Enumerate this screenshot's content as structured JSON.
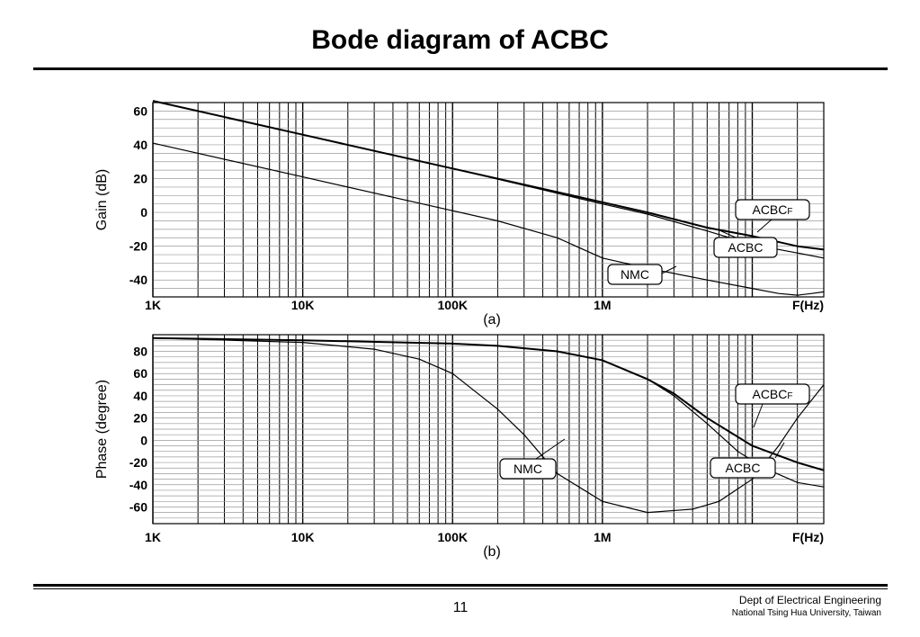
{
  "page": {
    "title": "Bode diagram of ACBC",
    "page_number": "11",
    "footer_line1": "Dept of Electrical Engineering",
    "footer_line2": "National Tsing Hua University, Taiwan"
  },
  "chart_data": [
    {
      "type": "line",
      "caption": "(a)",
      "xscale": "log",
      "xlim": [
        1000,
        30000000
      ],
      "xticks": [
        {
          "value": 1000,
          "label": "1K"
        },
        {
          "value": 10000,
          "label": "10K"
        },
        {
          "value": 100000,
          "label": "100K"
        },
        {
          "value": 1000000,
          "label": "1M"
        }
      ],
      "xaxis_end_label": "F(Hz)",
      "ylabel": "Gain (dB)",
      "ylim": [
        -50,
        65
      ],
      "yticks": [
        60,
        40,
        20,
        0,
        -20,
        -40
      ],
      "grid": true,
      "series": [
        {
          "name": "ACBCF",
          "x": [
            1000,
            10000,
            100000,
            1000000,
            2000000,
            5000000,
            10000000,
            20000000,
            30000000
          ],
          "y": [
            66,
            46,
            26,
            6,
            0,
            -9,
            -14,
            -20,
            -22
          ]
        },
        {
          "name": "ACBC",
          "x": [
            1000,
            10000,
            100000,
            1000000,
            2000000,
            5000000,
            10000000,
            20000000,
            30000000
          ],
          "y": [
            66,
            46,
            26,
            5,
            -1,
            -11,
            -19,
            -24,
            -27
          ]
        },
        {
          "name": "NMC",
          "x": [
            1000,
            10000,
            100000,
            200000,
            500000,
            1000000,
            2000000,
            5000000,
            10000000,
            15000000,
            20000000,
            25000000,
            30000000
          ],
          "y": [
            41,
            21,
            1,
            -5,
            -15,
            -27,
            -33,
            -40,
            -45,
            -48,
            -49,
            -48,
            -47
          ]
        }
      ],
      "annotations": [
        {
          "text": "ACBC",
          "sub": "F"
        },
        {
          "text": "ACBC",
          "sub": ""
        },
        {
          "text": "NMC",
          "sub": ""
        }
      ]
    },
    {
      "type": "line",
      "caption": "(b)",
      "xscale": "log",
      "xlim": [
        1000,
        30000000
      ],
      "xticks": [
        {
          "value": 1000,
          "label": "1K"
        },
        {
          "value": 10000,
          "label": "10K"
        },
        {
          "value": 100000,
          "label": "100K"
        },
        {
          "value": 1000000,
          "label": "1M"
        }
      ],
      "xaxis_end_label": "F(Hz)",
      "ylabel": "Phase (degree)",
      "ylim": [
        -75,
        95
      ],
      "yticks": [
        80,
        60,
        40,
        20,
        0,
        -20,
        -40,
        -60
      ],
      "grid": true,
      "series": [
        {
          "name": "ACBCF",
          "x": [
            1000,
            10000,
            100000,
            200000,
            500000,
            1000000,
            2000000,
            3000000,
            5000000,
            10000000,
            20000000,
            30000000
          ],
          "y": [
            92,
            90,
            87,
            85,
            80,
            72,
            55,
            42,
            20,
            -5,
            -20,
            -27
          ]
        },
        {
          "name": "ACBC",
          "x": [
            1000,
            10000,
            100000,
            200000,
            500000,
            1000000,
            2000000,
            3000000,
            5000000,
            8000000,
            12000000,
            20000000,
            30000000
          ],
          "y": [
            92,
            90,
            87,
            85,
            80,
            72,
            55,
            40,
            15,
            -10,
            -25,
            -38,
            -42
          ]
        },
        {
          "name": "NMC",
          "x": [
            1000,
            10000,
            30000,
            60000,
            100000,
            200000,
            300000,
            500000,
            1000000,
            2000000,
            4000000,
            6000000,
            10000000,
            15000000,
            20000000,
            30000000
          ],
          "y": [
            92,
            88,
            82,
            73,
            60,
            28,
            5,
            -30,
            -55,
            -65,
            -62,
            -55,
            -35,
            -5,
            20,
            50
          ]
        }
      ],
      "annotations": [
        {
          "text": "ACBC",
          "sub": "F"
        },
        {
          "text": "ACBC",
          "sub": ""
        },
        {
          "text": "NMC",
          "sub": ""
        }
      ]
    }
  ]
}
